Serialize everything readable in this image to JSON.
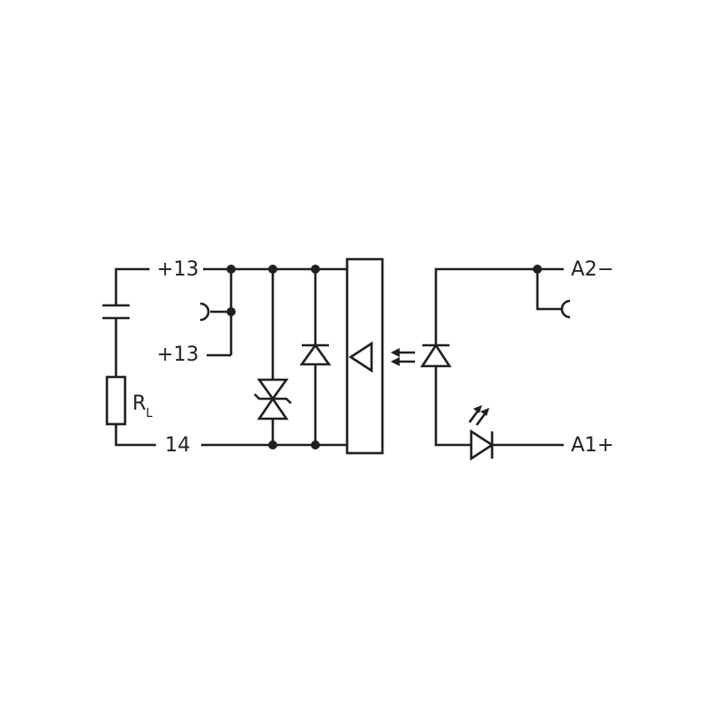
{
  "diagram": {
    "terminals": {
      "plus13_top": "+13",
      "plus13_bottom": "+13",
      "t14": "14",
      "a2": "A2−",
      "a1": "A1+"
    },
    "load_resistor": {
      "letter": "R",
      "subscript": "L"
    },
    "colors": {
      "line": "#231f20",
      "background": "#ffffff"
    },
    "icons": [
      "battery-icon",
      "resistor-icon",
      "bidirectional-tvs-diode-icon",
      "diode-icon",
      "amplifier-icon",
      "optocoupler-arrows-icon",
      "photodiode-icon",
      "led-icon",
      "plug-socket-icon"
    ]
  }
}
